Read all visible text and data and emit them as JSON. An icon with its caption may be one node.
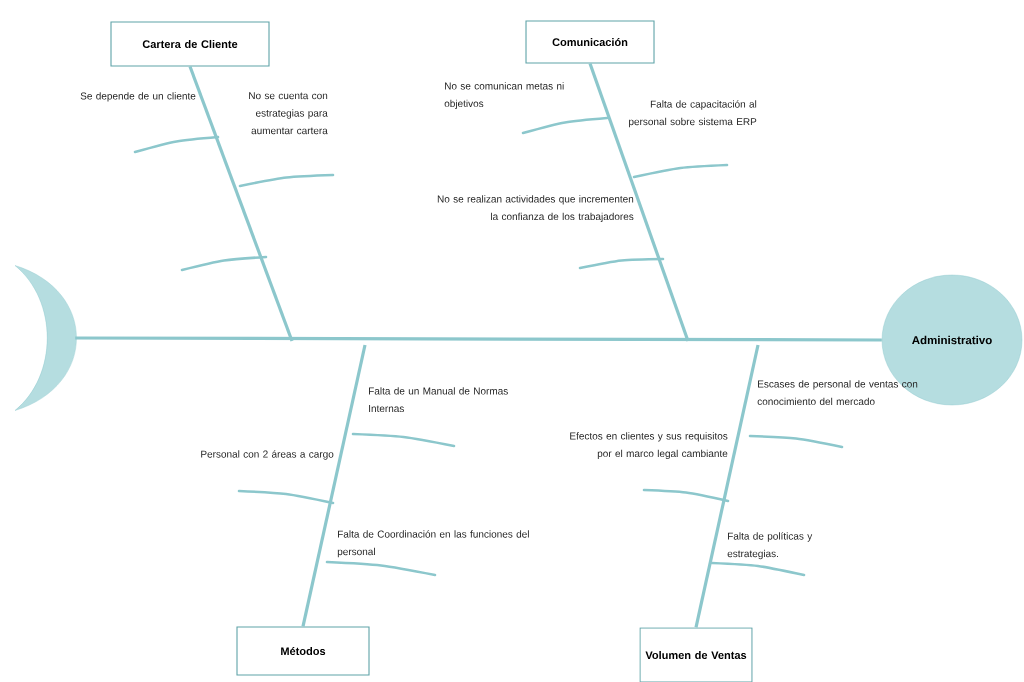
{
  "diagram": {
    "nodes": [
      {
        "text": [
          "Cartera de Cliente"
        ]
      },
      {
        "text": [
          "Comunicación"
        ]
      },
      {
        "text": [],
        "shape": "crescent"
      },
      {
        "text": [
          "Administrativo"
        ]
      },
      {
        "text": [
          "Métodos"
        ]
      },
      {
        "text": [
          "Volumen de Ventas"
        ]
      }
    ],
    "edges": [
      {
        "from": 2,
        "to": 3,
        "arrow": "none"
      },
      {
        "from": 0,
        "to": null,
        "arrow": "none"
      },
      {
        "from": 1,
        "to": null,
        "arrow": "none"
      },
      {
        "from": 4,
        "to": null,
        "arrow": "none"
      },
      {
        "from": 5,
        "to": null,
        "arrow": "none"
      }
    ],
    "labels": [
      "Se depende de un cliente",
      "No se cuenta con estrategias para aumentar cartera",
      "No se comunican metas ni objetivos",
      "Falta de capacitación al personal sobre sistema ERP",
      "No se realizan actividades que incrementen la confianza de los trabajadores",
      "Falta de un Manual de Normas Internas",
      "Personal con 2 áreas a cargo",
      "Falta de Coordinación en las funciones del personal",
      "Escases de personal de ventas con conocimiento del mercado",
      "Efectos en clientes y sus requisitos por el marco legal cambiante",
      "Falta de políticas y estrategias."
    ]
  }
}
